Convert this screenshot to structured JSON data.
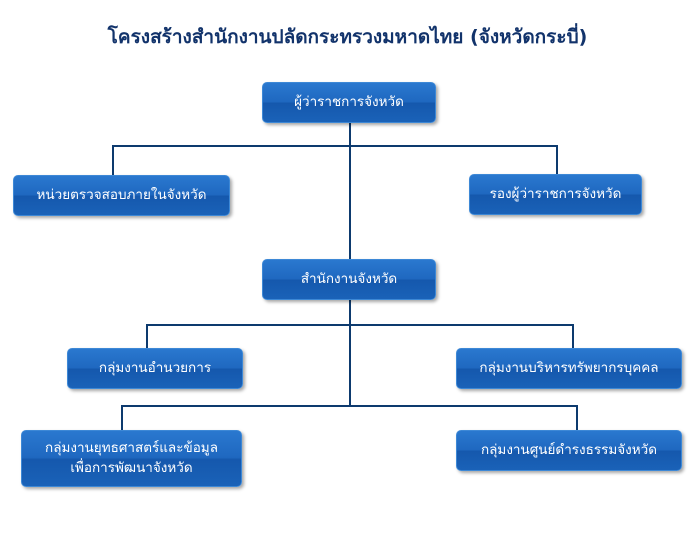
{
  "title": "โครงสร้างสำนักงานปลัดกระทรวงมหาดไทย (จังหวัดกระบี่)",
  "nodes": {
    "governor": "ผู้ว่าราชการจังหวัด",
    "internal_audit": "หน่วยตรวจสอบภายในจังหวัด",
    "deputy_governor": "รองผู้ว่าราชการจังหวัด",
    "provincial_office": "สำนักงานจังหวัด",
    "admin_group": "กลุ่มงานอำนวยการ",
    "hr_group": "กลุ่มงานบริหารทรัพยากรบุคคล",
    "strategy_group_line1": "กลุ่มงานยุทธศาสตร์และข้อมูล",
    "strategy_group_line2": "เพื่อการพัฒนาจังหวัด",
    "damrongdhama_group": "กลุ่มงานศูนย์ดำรงธรรมจังหวัด"
  }
}
